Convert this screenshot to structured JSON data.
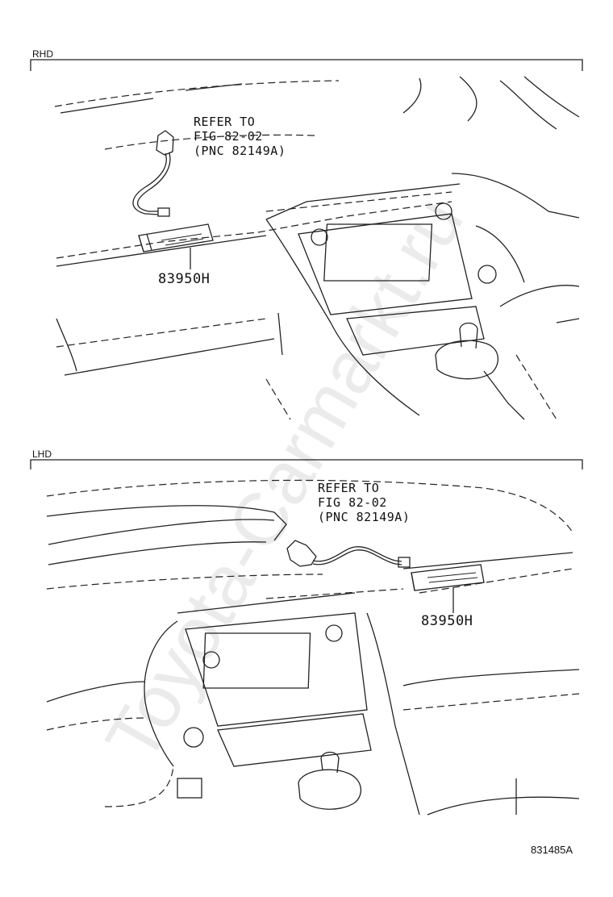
{
  "sections": {
    "rhd": {
      "label": "RHD",
      "callout": "REFER TO\nFIG 82-02\n(PNC 82149A)",
      "part_number": "83950H"
    },
    "lhd": {
      "label": "LHD",
      "callout": "REFER TO\nFIG 82-02\n(PNC 82149A)",
      "part_number": "83950H"
    }
  },
  "figure_id": "831485A",
  "watermark": "Toyota-Carmarkt.ru"
}
